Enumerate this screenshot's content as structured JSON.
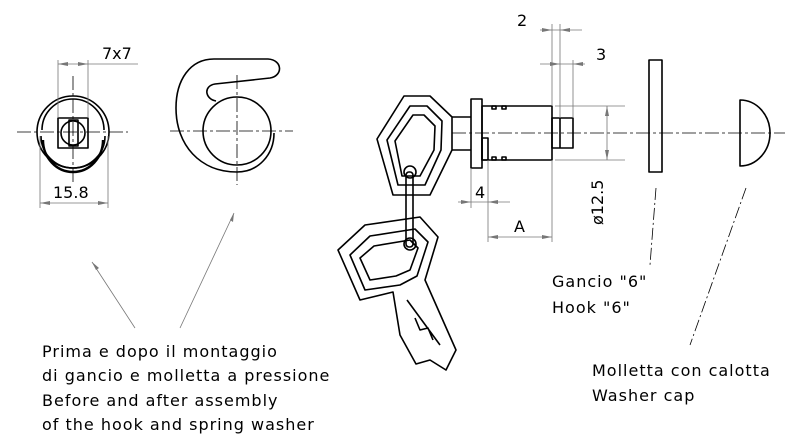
{
  "dimensions": {
    "square": "7x7",
    "diameter_outer": "15.8",
    "gap_2": "2",
    "gap_3": "3",
    "gap_4": "4",
    "length_a": "A",
    "diameter_body": "ø12.5"
  },
  "labels": {
    "hook_it": "Gancio \"6\"",
    "hook_en": "Hook \"6\"",
    "washer_it": "Molletta con calotta",
    "washer_en": "Washer cap",
    "assembly_it_1": "Prima e dopo il montaggio",
    "assembly_it_2": "di gancio e molletta a pressione",
    "assembly_en_1": "Before and after assembly",
    "assembly_en_2": "of the hook and spring washer"
  }
}
